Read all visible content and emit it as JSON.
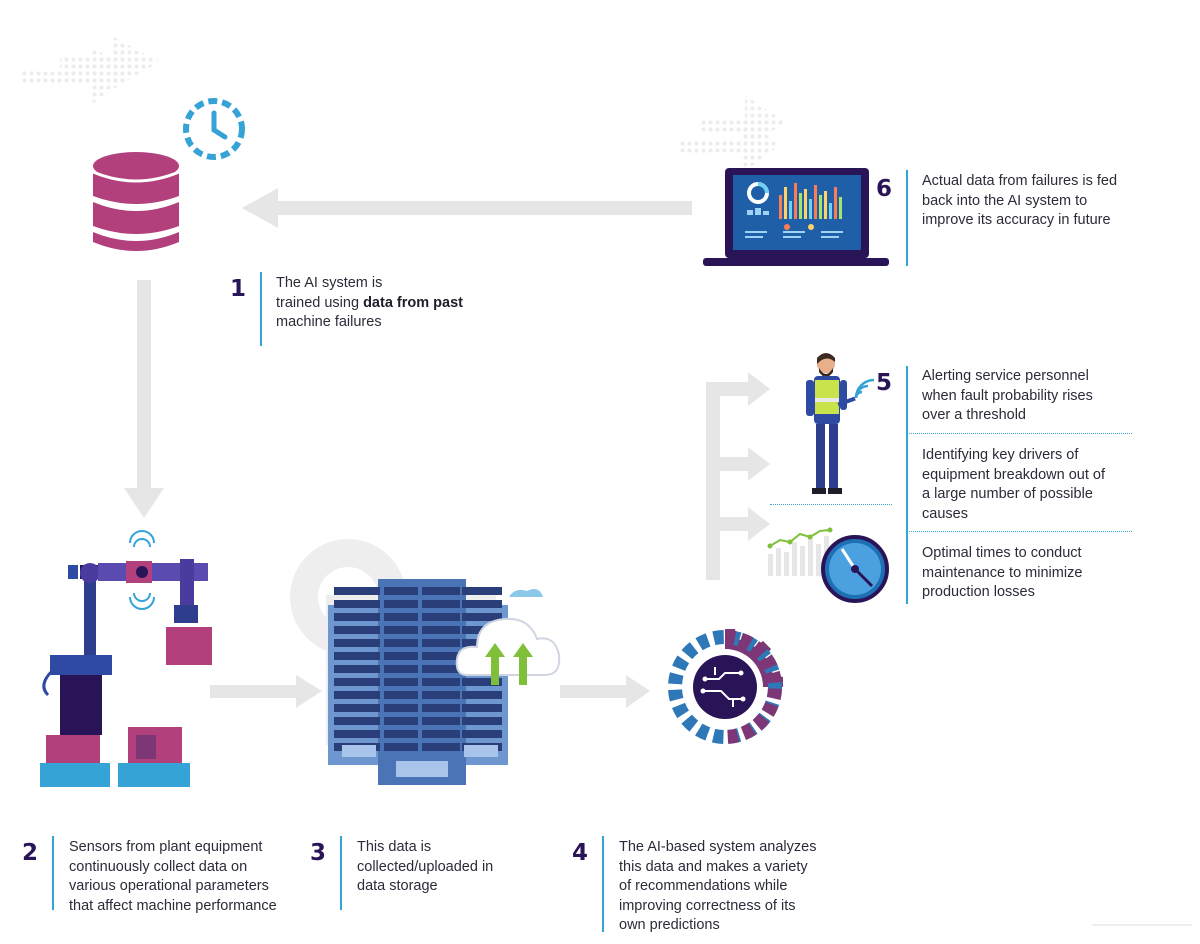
{
  "steps": {
    "s1": {
      "number": "1",
      "line1": "The AI system is",
      "line2_pre": "trained using ",
      "line2_bold": "data from past",
      "line3": "machine failures"
    },
    "s2": {
      "number": "2",
      "lines": [
        "Sensors from plant equipment",
        "continuously collect data on",
        "various operational parameters",
        "that affect machine performance"
      ]
    },
    "s3": {
      "number": "3",
      "lines": [
        "This data is",
        "collected/uploaded in",
        "data storage"
      ]
    },
    "s4": {
      "number": "4",
      "lines": [
        "The AI-based system analyzes",
        "this data and makes a variety",
        "of recommendations while",
        "improving correctness of its",
        "own predictions"
      ]
    },
    "s5": {
      "number": "5",
      "items": [
        [
          "Alerting service personnel",
          "when fault probability rises",
          "over a threshold"
        ],
        [
          "Identifying key drivers of",
          "equipment breakdown out of",
          "a large number of possible",
          "causes"
        ],
        [
          "Optimal times to conduct",
          "maintenance to minimize",
          "production losses"
        ]
      ]
    },
    "s6": {
      "number": "6",
      "lines": [
        "Actual data from failures is fed",
        "back into the AI system to",
        "improve its accuracy in future"
      ]
    }
  },
  "icons": [
    "clock-refresh-icon",
    "database-icon",
    "laptop-dashboard-icon",
    "technician-icon",
    "wifi-icon",
    "trend-chart-icon",
    "gauge-icon",
    "robot-arm-icon",
    "server-rack-icon",
    "cloud-upload-icon",
    "ai-gear-chip-icon",
    "dotted-arrow-decoration"
  ],
  "colors": {
    "number": "#2a1458",
    "accent_bar": "#35a3d6",
    "database": "#b2407d",
    "arrow": "#e6e6e6",
    "gear_blue": "#2e78b8",
    "gear_purple": "#7d3777",
    "server_blue": "#4a74b5"
  }
}
